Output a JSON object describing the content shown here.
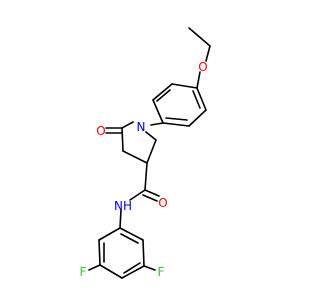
{
  "molecule": {
    "atoms": [
      {
        "id": "O1",
        "symbol": "O",
        "color": "#ff0000"
      },
      {
        "id": "O2",
        "symbol": "O",
        "color": "#ff0000"
      },
      {
        "id": "N1",
        "symbol": "N",
        "color": "#0000ff"
      },
      {
        "id": "O3",
        "symbol": "O",
        "color": "#ff0000"
      },
      {
        "id": "N2",
        "symbol": "NH",
        "color": "#0000ff"
      },
      {
        "id": "F1",
        "symbol": "F",
        "color": "#33cc33"
      },
      {
        "id": "F2",
        "symbol": "F",
        "color": "#33cc33"
      }
    ],
    "bond_color": "#000000"
  }
}
